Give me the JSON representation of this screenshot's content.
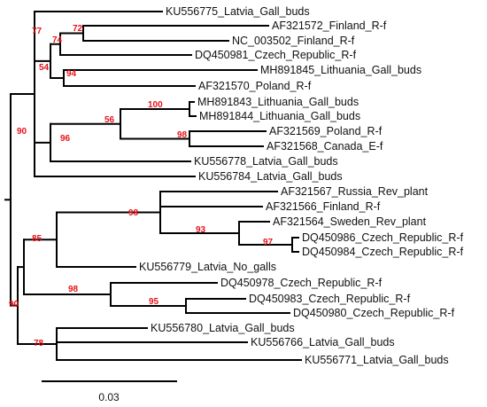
{
  "tree": {
    "leaves": [
      {
        "id": "ku556775",
        "label": "KU556775_Latvia_Gall_buds"
      },
      {
        "id": "af321572",
        "label": "AF321572_Finland_R-f"
      },
      {
        "id": "nc003502",
        "label": "NC_003502_Finland_R-f"
      },
      {
        "id": "dq450981",
        "label": "DQ450981_Czech_Republic_R-f"
      },
      {
        "id": "mh891845",
        "label": "MH891845_Lithuania_Gall_buds"
      },
      {
        "id": "af321570",
        "label": "AF321570_Poland_R-f"
      },
      {
        "id": "mh891843",
        "label": "MH891843_Lithuania_Gall_buds"
      },
      {
        "id": "mh891844",
        "label": "MH891844_Lithuania_Gall_buds"
      },
      {
        "id": "af321569",
        "label": "AF321569_Poland_R-f"
      },
      {
        "id": "af321568",
        "label": "AF321568_Canada_E-f"
      },
      {
        "id": "ku556778",
        "label": "KU556778_Latvia_Gall_buds"
      },
      {
        "id": "ku556784",
        "label": "KU556784_Latvia_Gall_buds"
      },
      {
        "id": "af321567",
        "label": "AF321567_Russia_Rev_plant"
      },
      {
        "id": "af321566",
        "label": "AF321566_Finland_R-f"
      },
      {
        "id": "af321564",
        "label": "AF321564_Sweden_Rev_plant"
      },
      {
        "id": "dq450986",
        "label": "DQ450986_Czech_Republic_R-f"
      },
      {
        "id": "dq450984",
        "label": "DQ450984_Czech_Republic_R-f"
      },
      {
        "id": "ku556779",
        "label": "KU556779_Latvia_No_galls"
      },
      {
        "id": "dq450978",
        "label": "DQ450978_Czech_Republic_R-f"
      },
      {
        "id": "dq450983",
        "label": "DQ450983_Czech_Republic_R-f"
      },
      {
        "id": "dq450980",
        "label": "DQ450980_Czech_Republic_R-f"
      },
      {
        "id": "ku556780",
        "label": "KU556780_Latvia_Gall_buds"
      },
      {
        "id": "ku556766",
        "label": "KU556766_Latvia_Gall_buds"
      },
      {
        "id": "ku556771",
        "label": "KU556771_Latvia_Gall_buds"
      }
    ],
    "support_values": [
      {
        "id": "n77",
        "value": "77"
      },
      {
        "id": "n72",
        "value": "72"
      },
      {
        "id": "n74",
        "value": "74"
      },
      {
        "id": "n54",
        "value": "54"
      },
      {
        "id": "n94",
        "value": "94"
      },
      {
        "id": "n100",
        "value": "100"
      },
      {
        "id": "n56",
        "value": "56"
      },
      {
        "id": "n98a",
        "value": "98"
      },
      {
        "id": "n96",
        "value": "96"
      },
      {
        "id": "n90top",
        "value": "90"
      },
      {
        "id": "n98b",
        "value": "98"
      },
      {
        "id": "n93",
        "value": "93"
      },
      {
        "id": "n97",
        "value": "97"
      },
      {
        "id": "n85",
        "value": "85"
      },
      {
        "id": "n98c",
        "value": "98"
      },
      {
        "id": "n95",
        "value": "95"
      },
      {
        "id": "n90root",
        "value": "90"
      },
      {
        "id": "n78",
        "value": "78"
      }
    ],
    "scale_bar": {
      "label": "0.03",
      "length": 0.03
    },
    "colors": {
      "branch": "#000000",
      "support": "#e8131a",
      "text": "#111111"
    }
  }
}
